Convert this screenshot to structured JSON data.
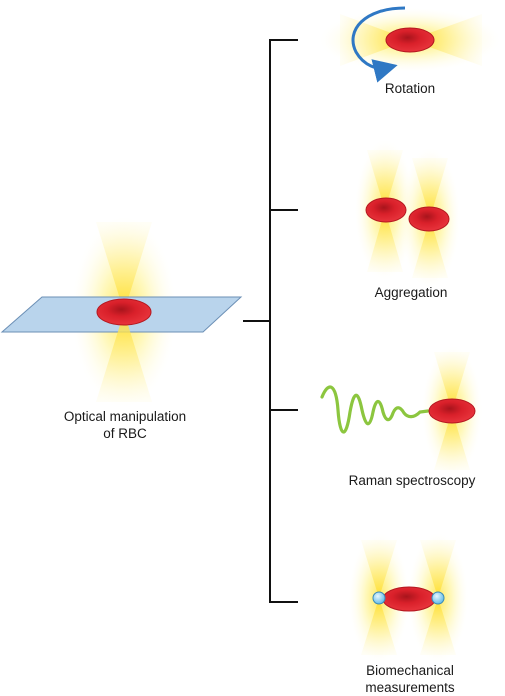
{
  "main": {
    "label_line1": "Optical manipulation",
    "label_line2": "of RBC"
  },
  "panels": [
    {
      "label": "Rotation"
    },
    {
      "label": "Aggregation"
    },
    {
      "label": "Raman spectroscopy"
    },
    {
      "label_line1": "Biomechanical",
      "label_line2": "measurements"
    }
  ],
  "colors": {
    "rbc": "#d9202a",
    "beam": "#ffe13a",
    "slide": "#b9d4ec",
    "rotation_arrow": "#2f78c4",
    "raman_wave": "#8cc63f",
    "bead": "#8fd0f0"
  },
  "icons": [
    "laser-beam",
    "red-blood-cell",
    "glass-slide",
    "rotation-arrow",
    "raman-wave",
    "micro-bead"
  ]
}
